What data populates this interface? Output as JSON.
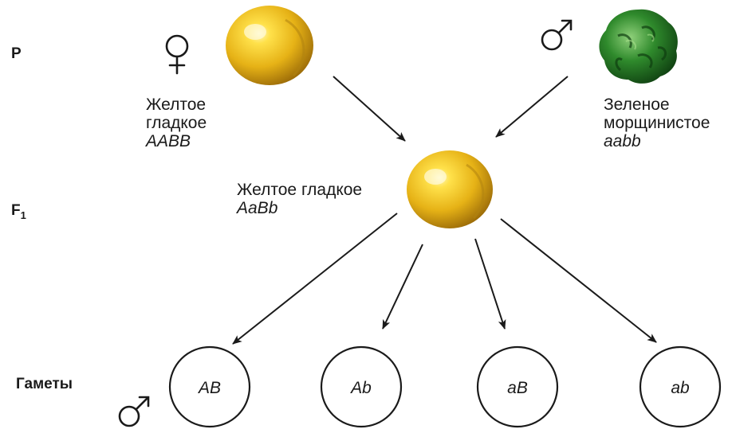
{
  "generations": {
    "p_label": "P",
    "f1_label": "F",
    "f1_subscript": "1",
    "gametes_label": "Гаметы"
  },
  "parents": {
    "female": {
      "symbol": "female-symbol",
      "phenotype_line1": "Желтое",
      "phenotype_line2": "гладкое",
      "genotype": "AABB",
      "seed_color": "#e8b818"
    },
    "male": {
      "symbol": "male-symbol",
      "phenotype_line1": "Зеленое",
      "phenotype_line2": "морщинистое",
      "genotype": "aabb",
      "seed_color": "#2f8a2c"
    }
  },
  "f1": {
    "phenotype": "Желтое гладкое",
    "genotype": "AaBb",
    "seed_color": "#e8b818"
  },
  "gametes": {
    "symbol": "male-symbol",
    "items": [
      "AB",
      "Ab",
      "aB",
      "ab"
    ]
  }
}
